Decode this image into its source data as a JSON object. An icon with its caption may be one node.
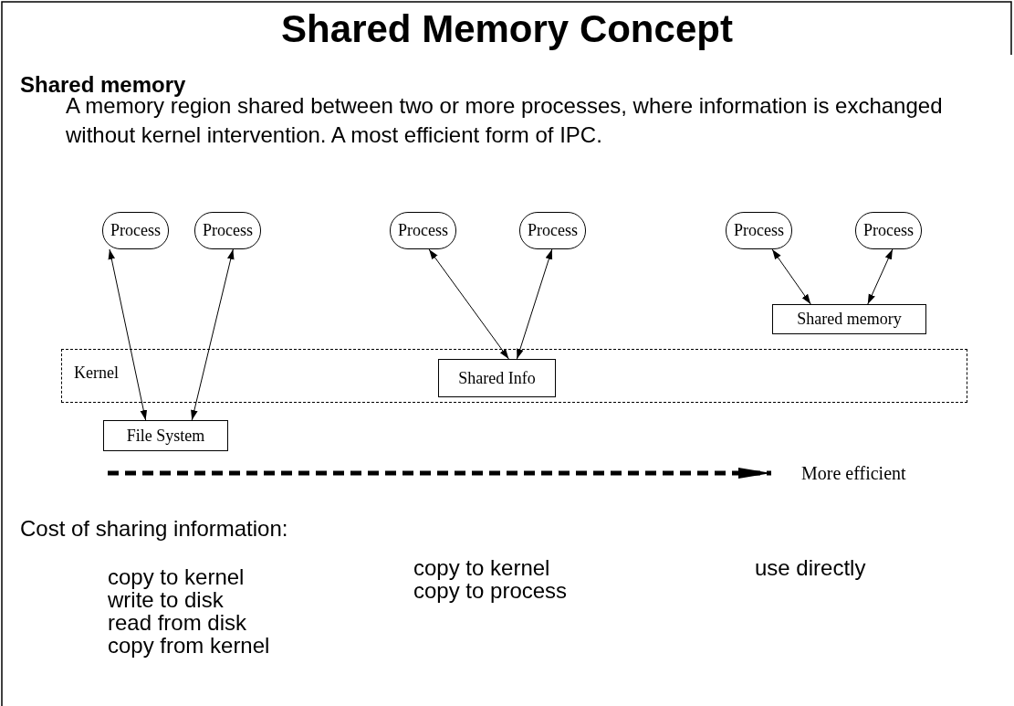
{
  "diagram": {
    "title": "Shared Memory Concept",
    "nodes": [
      {
        "text": [
          "Process"
        ]
      },
      {
        "text": [
          "Process"
        ]
      },
      {
        "text": [
          "Process"
        ]
      },
      {
        "text": [
          "Process"
        ]
      },
      {
        "text": [
          "Process"
        ]
      },
      {
        "text": [
          "Process"
        ]
      },
      {
        "text": [
          "Shared memory"
        ]
      },
      {
        "text": [
          "Kernel"
        ]
      },
      {
        "text": [
          "Shared Info"
        ],
        "in": 7
      },
      {
        "text": [
          "File System"
        ]
      }
    ],
    "edges": [
      {
        "from": 0,
        "to": 9,
        "arrow": "both"
      },
      {
        "from": 1,
        "to": 9,
        "arrow": "both"
      },
      {
        "from": 2,
        "to": 8,
        "arrow": "both"
      },
      {
        "from": 3,
        "to": 8,
        "arrow": "both"
      },
      {
        "from": 4,
        "to": 6,
        "arrow": "both"
      },
      {
        "from": 5,
        "to": 6,
        "arrow": "both"
      }
    ],
    "labels": [
      "Shared memory",
      "A memory region shared between two or more processes, where information is exchanged without kernel intervention. A most efficient form of IPC.",
      "More efficient",
      "Cost of sharing information:",
      "copy to kernel",
      "write to disk",
      "read from disk",
      "copy from kernel",
      "copy to kernel",
      "copy to process",
      "use directly"
    ]
  }
}
